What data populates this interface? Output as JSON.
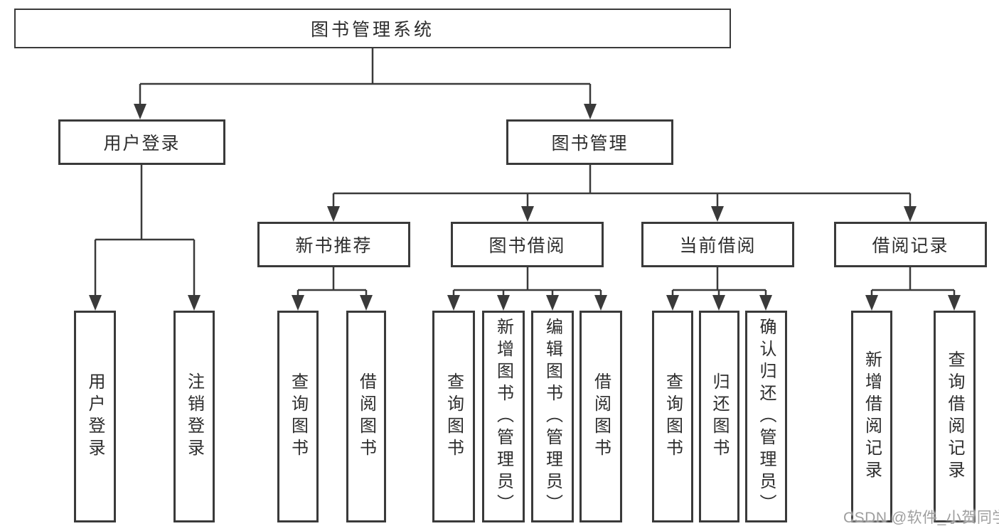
{
  "diagram": {
    "type": "hierarchy-tree",
    "orientation": "top-down"
  },
  "colors": {
    "background": "#ffffff",
    "line": "#3a3a3a",
    "border": "#3a3a3a",
    "text": "#2d2d2d",
    "watermark": "#9e9e9e"
  },
  "nodes": {
    "root": "图书管理系统",
    "login": {
      "label": "用户登录",
      "children": [
        "用户登录",
        "注销登录"
      ]
    },
    "management": {
      "label": "图书管理",
      "sections": [
        {
          "label": "新书推荐",
          "children": [
            "查询图书",
            "借阅图书"
          ]
        },
        {
          "label": "图书借阅",
          "children": [
            "查询图书",
            "新增图书（管理员）",
            "编辑图书（管理员）",
            "借阅图书"
          ]
        },
        {
          "label": "当前借阅",
          "children": [
            "查询图书",
            "归还图书",
            "确认归还（管理员）"
          ]
        },
        {
          "label": "借阅记录",
          "children": [
            "新增借阅记录",
            "查询借阅记录"
          ]
        }
      ]
    }
  },
  "watermark": {
    "text": "CSDN @软件_小贺同学"
  }
}
